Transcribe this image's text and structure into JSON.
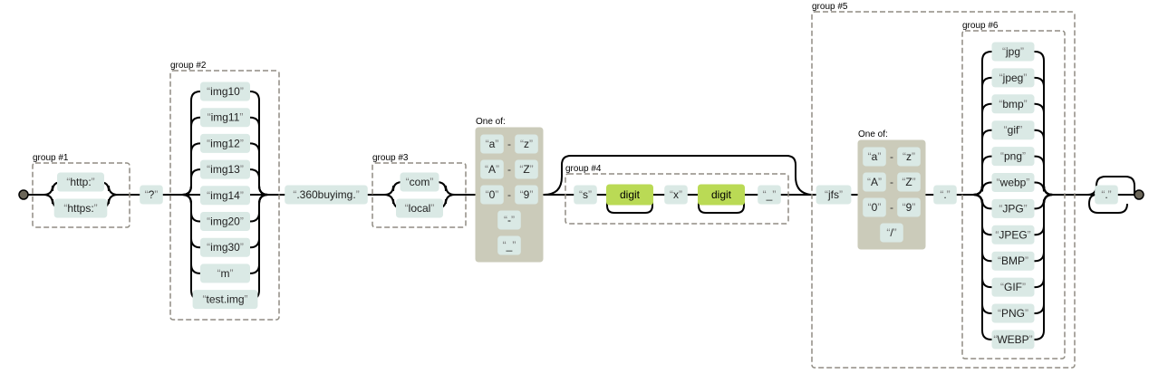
{
  "group_labels": {
    "g1": "group #1",
    "g2": "group #2",
    "g3": "group #3",
    "g4": "group #4",
    "g5": "group #5",
    "g6": "group #6"
  },
  "one_of_label": "One of:",
  "group1": [
    "http:",
    "https:"
  ],
  "optional_char": "?",
  "group2": [
    "img10",
    "img11",
    "img12",
    "img13",
    "img14",
    "img20",
    "img30",
    "m",
    "test.img"
  ],
  "host_literal": ".360buyimg.",
  "group3": [
    "com",
    "local"
  ],
  "class1": {
    "ranges": [
      [
        "a",
        "z"
      ],
      [
        "A",
        "Z"
      ],
      [
        "0",
        "9"
      ]
    ],
    "singles": [
      "-",
      "_"
    ]
  },
  "group4": {
    "s_literal": "s",
    "digit_ref": "digit",
    "x_literal": "x",
    "digit_ref2": "digit",
    "underscore_literal": "_"
  },
  "jfs_literal": "jfs",
  "class2": {
    "ranges": [
      [
        "a",
        "z"
      ],
      [
        "A",
        "Z"
      ],
      [
        "0",
        "9"
      ]
    ],
    "singles": [
      "/"
    ]
  },
  "dot_literal": ".",
  "group6": [
    "jpg",
    "jpeg",
    "bmp",
    "gif",
    "png",
    "webp",
    "JPG",
    "JPEG",
    "BMP",
    "GIF",
    "PNG",
    "WEBP"
  ],
  "final_literal": ".",
  "range_separator": "-"
}
